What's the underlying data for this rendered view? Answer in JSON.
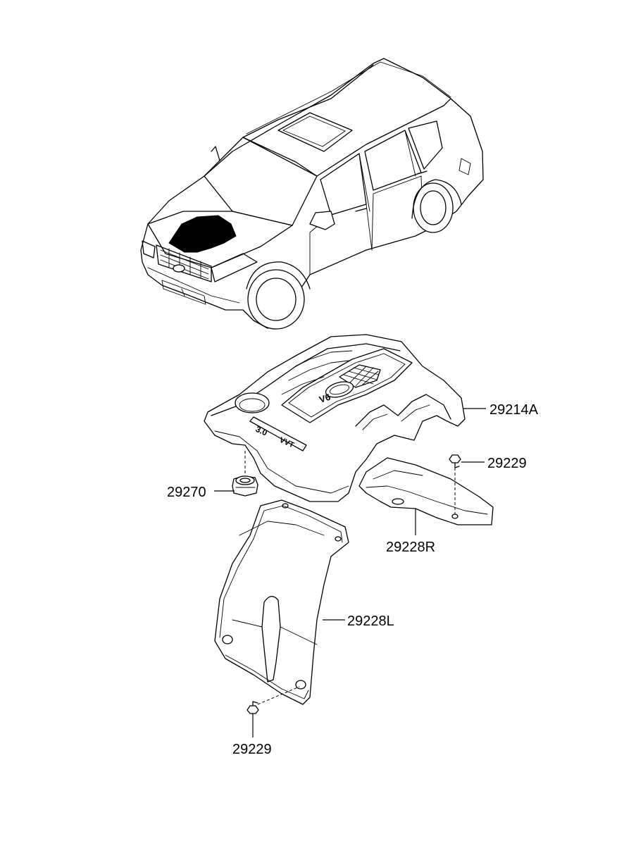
{
  "parts": [
    {
      "id": "engine-cover",
      "number": "29214A"
    },
    {
      "id": "bolt-upper",
      "number": "29229"
    },
    {
      "id": "insulator",
      "number": "29270"
    },
    {
      "id": "heat-protector-right",
      "number": "29228R"
    },
    {
      "id": "heat-protector-left",
      "number": "29228L"
    },
    {
      "id": "bolt-lower",
      "number": "29229"
    }
  ],
  "cover_markings": {
    "displacement": "3.0",
    "engine": "V6",
    "valvetrain": "VVT"
  },
  "colors": {
    "line": "#000000",
    "background": "#ffffff",
    "highlight_fill": "#000000"
  }
}
